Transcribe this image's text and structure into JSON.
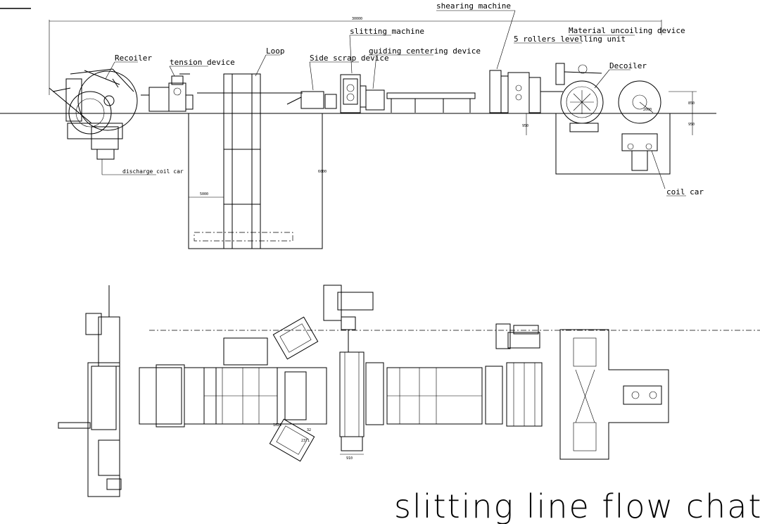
{
  "title": "slitting line flow chat",
  "labels": {
    "shearing_machine": "shearing machine",
    "slitting_machine": "slitting machine",
    "material_uncoiling_device": "Material uncoiling device",
    "five_rollers_levelling_unit": "5 rollers levelling unit",
    "recoiler": "Recoiler",
    "tension_device": "tension device",
    "loop": "Loop",
    "side_scrap_device": "Side scrap device",
    "guiding_centering_device": "guiding centering device",
    "decoiler": "Decoiler",
    "discharge_coil_car": "discharge coil car",
    "coil_car": "coil car"
  },
  "dimensions": {
    "overall_length": "30000",
    "loop_width": "5000",
    "loop_depth": "6000",
    "height_a": "950",
    "height_b": "850",
    "height_c": "950",
    "coil_dia": "2000",
    "plan_a": "1020",
    "plan_b": "2371",
    "plan_c": "910",
    "plan_d": "32"
  }
}
